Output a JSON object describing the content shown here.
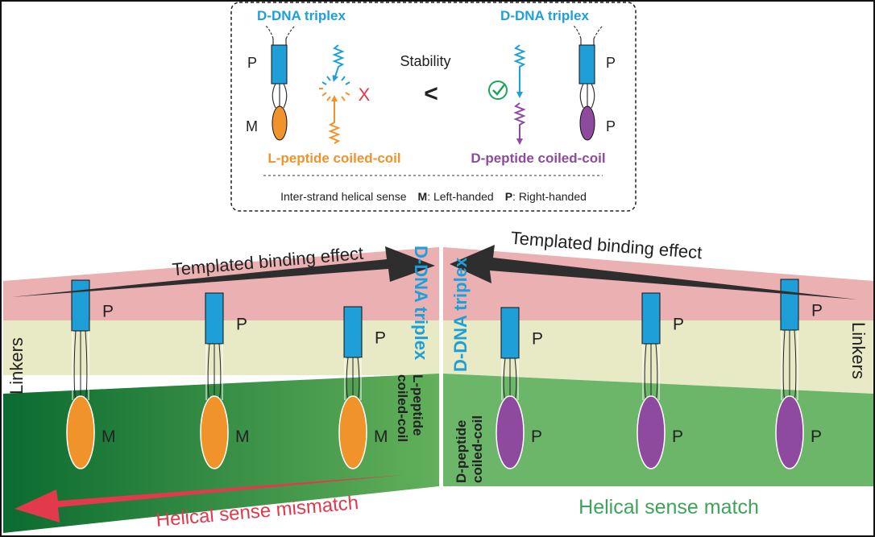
{
  "colors": {
    "dna_blue": "#1e9fd8",
    "l_orange": "#f0932b",
    "d_purple": "#8d4a9e",
    "red": "#e23a4c",
    "check_green": "#20a35a",
    "pink_band": "#eab0b2",
    "linker_band": "#e7eac4",
    "dark_green": "#0b6b30",
    "mid_green": "#62b05a",
    "right_green": "#6cb66a",
    "match_text": "#3ea45a",
    "dark_arrow": "#2e2e2e"
  },
  "legend": {
    "left_title": "D-DNA triplex",
    "right_title": "D-DNA triplex",
    "stability_label": "Stability",
    "less_than": "<",
    "x_mark": "X",
    "left_P": "P",
    "left_M": "M",
    "right_P_top": "P",
    "right_P_bottom": "P",
    "left_caption": "L-peptide coiled-coil",
    "right_caption": "D-peptide coiled-coil",
    "sense_prefix": "Inter-strand helical sense",
    "sense_M_key": "M",
    "sense_M_text": ": Left-handed",
    "sense_P_key": "P",
    "sense_P_text": ": Right-handed"
  },
  "left_panel": {
    "templated_label": "Templated binding effect",
    "dna_label": "D-DNA triplex",
    "peptide_label_line1": "L-peptide",
    "peptide_label_line2": "coiled-coil",
    "linkers_label": "Linkers",
    "mismatch_label": "Helical sense mismatch",
    "units": [
      {
        "dna": "P",
        "peptide": "M"
      },
      {
        "dna": "P",
        "peptide": "M"
      },
      {
        "dna": "P",
        "peptide": "M"
      }
    ]
  },
  "right_panel": {
    "templated_label": "Templated binding effect",
    "dna_label": "D-DNA triplex",
    "peptide_label_line1": "D-peptide",
    "peptide_label_line2": "coiled-coil",
    "linkers_label": "Linkers",
    "match_label": "Helical sense match",
    "units": [
      {
        "dna": "P",
        "peptide": "P"
      },
      {
        "dna": "P",
        "peptide": "P"
      },
      {
        "dna": "P",
        "peptide": "P"
      }
    ]
  }
}
